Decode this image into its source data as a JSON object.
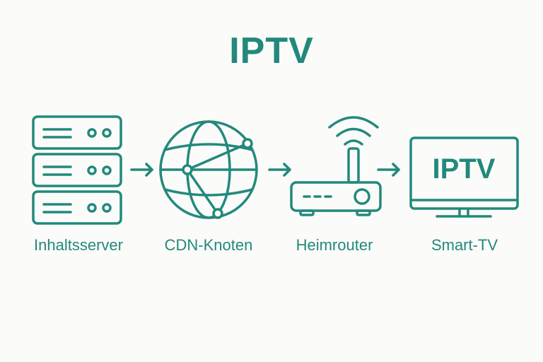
{
  "title": "IPTV",
  "colors": {
    "accent": "#22897c",
    "background": "#fbfbf9"
  },
  "nodes": [
    {
      "label": "Inhaltsserver",
      "icon": "server-rack-icon"
    },
    {
      "label": "CDN-Knoten",
      "icon": "globe-network-icon"
    },
    {
      "label": "Heimrouter",
      "icon": "wifi-router-icon"
    },
    {
      "label": "Smart-TV",
      "icon": "television-icon",
      "screen_text": "IPTV"
    }
  ]
}
